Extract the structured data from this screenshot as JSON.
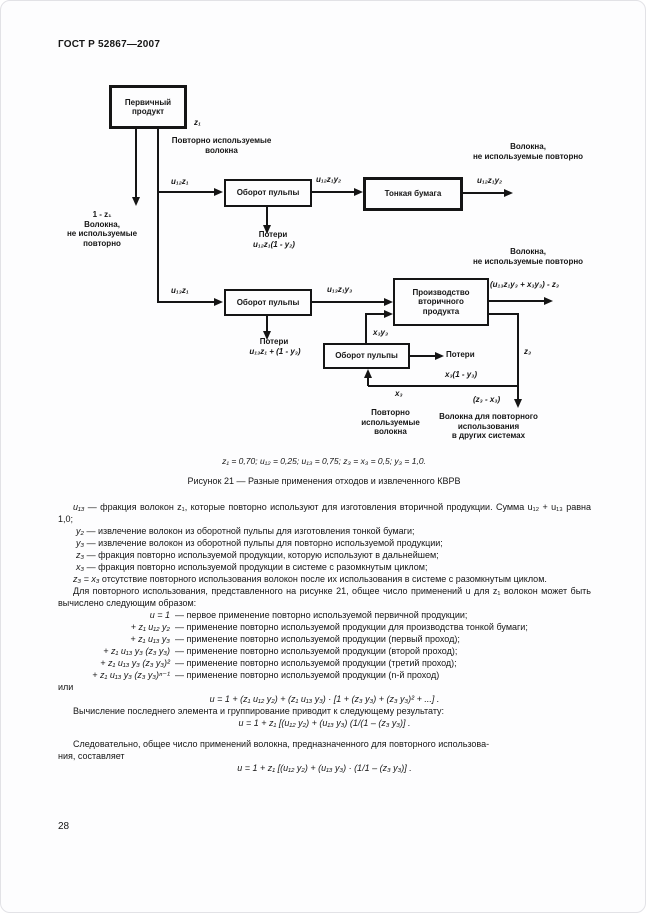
{
  "colors": {
    "ink": "#151515",
    "paper": "#fdfdfe"
  },
  "page": {
    "header": "ГОСТ Р 52867—2007",
    "page_number": "28"
  },
  "diagram": {
    "boxes": {
      "primary": "Первичный\nпродукт",
      "pulp1": "Оборот пульпы",
      "fine_paper": "Тонкая бумага",
      "pulp2": "Оборот пульпы",
      "production": "Производство\nвторичного\nпродукта",
      "pulp3": "Оборот пульпы"
    },
    "labels": {
      "z1": "z₁",
      "reused_top": "Повторно используемые\nволокна",
      "not_reused_left": "1 - z₁\nВолокна,\nне используемые\nповторно",
      "u12z1": "u₁₂z₁",
      "u12z1y2_mid": "u₁₂z₁y₂",
      "u12z1y2_out": "u₁₂z₁y₂",
      "not_reused_right1": "Волокна,\nне используемые повторно",
      "losses1_title": "Потери",
      "losses1_formula": "u₁₂z₁(1 - y₂)",
      "u13z1": "u₁₃z₁",
      "u13z1y3": "u₁₃z₁y₃",
      "not_reused_right2": "Волокна,\nне используемые повторно",
      "production_out": "(u₁₃z₁y₃ + x₃y₃) - z₃",
      "losses2_title": "Потери",
      "losses2_formula": "u₁₃z₁ + (1 - y₃)",
      "x3y3": "x₃y₃",
      "losses3": "Потери",
      "z3": "z₃",
      "x3_1_y3": "x₃(1 - y₃)",
      "z3_x3": "(z₃ - x₃)",
      "x3": "x₃",
      "reused_bottom": "Повторно\nиспользуемые\nволокна",
      "other_systems": "Волокна для повторного\nиспользования\nв других системах"
    },
    "params": "z₁ = 0,70; u₁₂ = 0,25; u₁₃ = 0,75; z₃ = x₃ = 0,5; y₃ = 1,0.",
    "caption": "Рисунок 21 — Разные применения отходов и извлеченного КВРВ"
  },
  "body": {
    "definitions": [
      {
        "term": "u₁₃",
        "desc": "— фракция волокон z₁, которые повторно используют для изготовления вторичной продукции. Сумма u₁₂ + u₁₃ равна 1,0;"
      },
      {
        "term": "y₂",
        "desc": "— извлечение волокон из оборотной пульпы для изготовления тонкой бумаги;"
      },
      {
        "term": "y₃",
        "desc": "— извлечение волокон из оборотной пульпы для повторно используемой  продукции;"
      },
      {
        "term": "z₃",
        "desc": "— фракция  повторно  используемой  продукции, которую используют в дальнейшем;"
      },
      {
        "term": "x₃",
        "desc": "— фракция  повторно  используемой продукции в системе с разомкнутым  циклом;"
      },
      {
        "term": "z₃ = x₃",
        "desc": "отсутствие  повторного  использования  волокон  после  их  использования  в системе с разомкнутым  циклом."
      }
    ],
    "para_intro": "Для  повторного использования, представленного на рисунке 21, общее  число  применений u для z₁ волокон может быть вычислено следующим образом:",
    "series": [
      {
        "f": "u = 1",
        "d": "— первое применение повторно используемой первичной продукции;"
      },
      {
        "f": "+ z₁ u₁₂ y₂",
        "d": "— применение повторно используемой продукции для производства тонкой бумаги;"
      },
      {
        "f": "+ z₁ u₁₃ y₃",
        "d": "— применение повторно используемой продукции (первый проход);"
      },
      {
        "f": "+ z₁ u₁₃ y₃ (z₃ y₃)",
        "d": "— применение повторно используемой продукции (второй проход);"
      },
      {
        "f": "+ z₁ u₁₃ y₃ (z₃ y₃)²",
        "d": "— применение повторно используемой продукции (третий проход);"
      },
      {
        "f": "+ z₁ u₁₃ y₃ (z₃ y₃)ⁿ⁻¹",
        "d": "— применение повторно используемой продукции (n-й  проход)"
      }
    ],
    "or_word": "или",
    "formula1": "u = 1 + (z₁ u₁₂ y₂) + (z₁ u₁₃ y₃) · [1 + (z₃ y₃) + (z₃ y₃)² + ...] .",
    "para_calc": "Вычисление последнего элемента и группирование приводит к следующему результату:",
    "formula2": "u = 1 + z₁ [(u₁₂ y₂) + (u₁₃ y₃) (1/(1 – (z₃ y₃)] .",
    "para_final": "Следовательно, общее число применений волокна, предназначенного для повторного использова-\nния, составляет",
    "formula3": "u = 1 + z₁ [(u₁₂ y₂) + (u₁₃ y₃) · (1/1 – (z₃ y₃)] ."
  }
}
